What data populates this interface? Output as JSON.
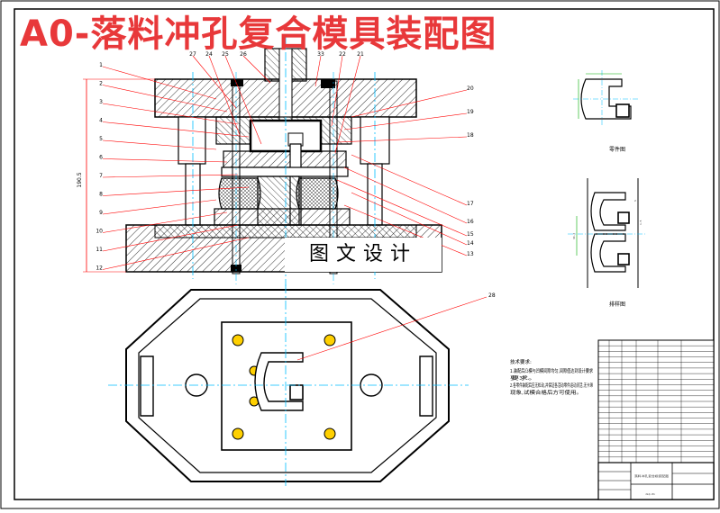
{
  "title": "A0-落料冲孔复合模具装配图",
  "watermark": "图文设计",
  "colors": {
    "title": "#e8383a",
    "outline": "#000000",
    "centerline": "#00bfff",
    "hatch": "#000000",
    "callout": "#ff0000",
    "dimension": "#00aa00",
    "part": "#e6e6e6",
    "rubber": "#cfcfcf",
    "pin": "#ffd000"
  },
  "top_labels": [
    "27",
    "24",
    "25",
    "26",
    "33",
    "22",
    "21"
  ],
  "left_labels": [
    "1",
    "2",
    "3",
    "4",
    "5",
    "6",
    "7",
    "8",
    "9",
    "10",
    "11",
    "12"
  ],
  "right_labels": [
    "20",
    "19",
    "18",
    "17",
    "16",
    "15",
    "14",
    "13"
  ],
  "plan_label": "28",
  "dimension_label": "190.5",
  "caption_part": "零件图",
  "caption_layout": "排样图",
  "layout_dim_small": "2",
  "layout_dim_width": "1.5",
  "layout_dim_pitch": "34.2",
  "tech_title": "技术要求:",
  "tech_lines": [
    "1.装配后凸模与凹模间隙均匀,间隙值达到设计要求",
    "  要求。",
    "2.各零件装配后应无松动,并保证各活动零件运动灵活,无卡滞",
    "  现象,试模合格后方可使用。"
  ],
  "drawing_name": "落料冲孔复合模装配图",
  "drawing_number": "JLQ-01"
}
